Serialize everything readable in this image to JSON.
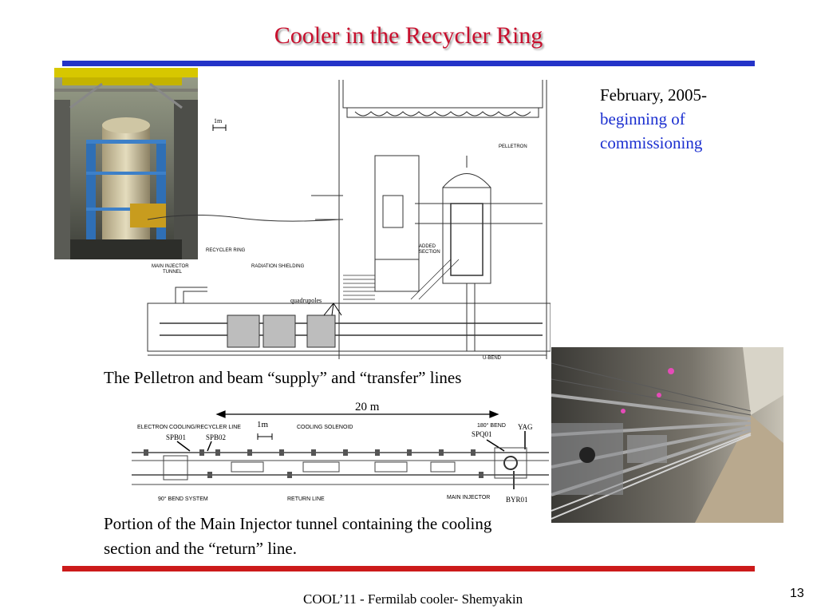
{
  "slide": {
    "title": "Cooler in the Recycler Ring",
    "note_line1": "February, 2005-",
    "note_line2": "beginning of",
    "note_line3": "commissioning",
    "caption_top": "The Pelletron and beam “supply” and “transfer” lines",
    "caption_bottom": "Portion  of the Main Injector tunnel containing the cooling section and the “return” line.",
    "footer": "COOL’11 - Fermilab cooler- Shemyakin",
    "page_number": "13"
  },
  "diagram_top": {
    "scale_label": "1m",
    "quadrupoles_label": "quadrupoles",
    "pelletron_label": "PELLETRON",
    "added_section_line1": "ADDED",
    "added_section_line2": "SECTION",
    "recycler_ring_label": "RECYCLER RING",
    "radiation_shielding_label": "RADIATION SHIELDING",
    "main_injector_tunnel_line1": "MAIN INJECTOR",
    "main_injector_tunnel_line2": "TUNNEL",
    "u_bend_label": "U-BEND"
  },
  "diagram_bottom": {
    "length_label": "20 m",
    "scale_label": "1m",
    "electron_cooling_label": "ELECTRON COOLING/RECYCLER LINE",
    "cooling_solenoid_label": "COOLING SOLENOID",
    "bend_180_label": "180° BEND",
    "spb01_label": "SPB01",
    "spb02_label": "SPB02",
    "spq01_label": "SPQ01",
    "yag_label": "YAG",
    "byr01_label": "BYR01",
    "bend_system_label": "90° BEND SYSTEM",
    "return_line_label": "RETURN LINE",
    "main_injector_label": "MAIN INJECTOR"
  },
  "colors": {
    "title": "#c8102e",
    "top_bar": "#2433c8",
    "bottom_bar": "#cc1a1a",
    "note_highlight": "#1b2fd0"
  }
}
